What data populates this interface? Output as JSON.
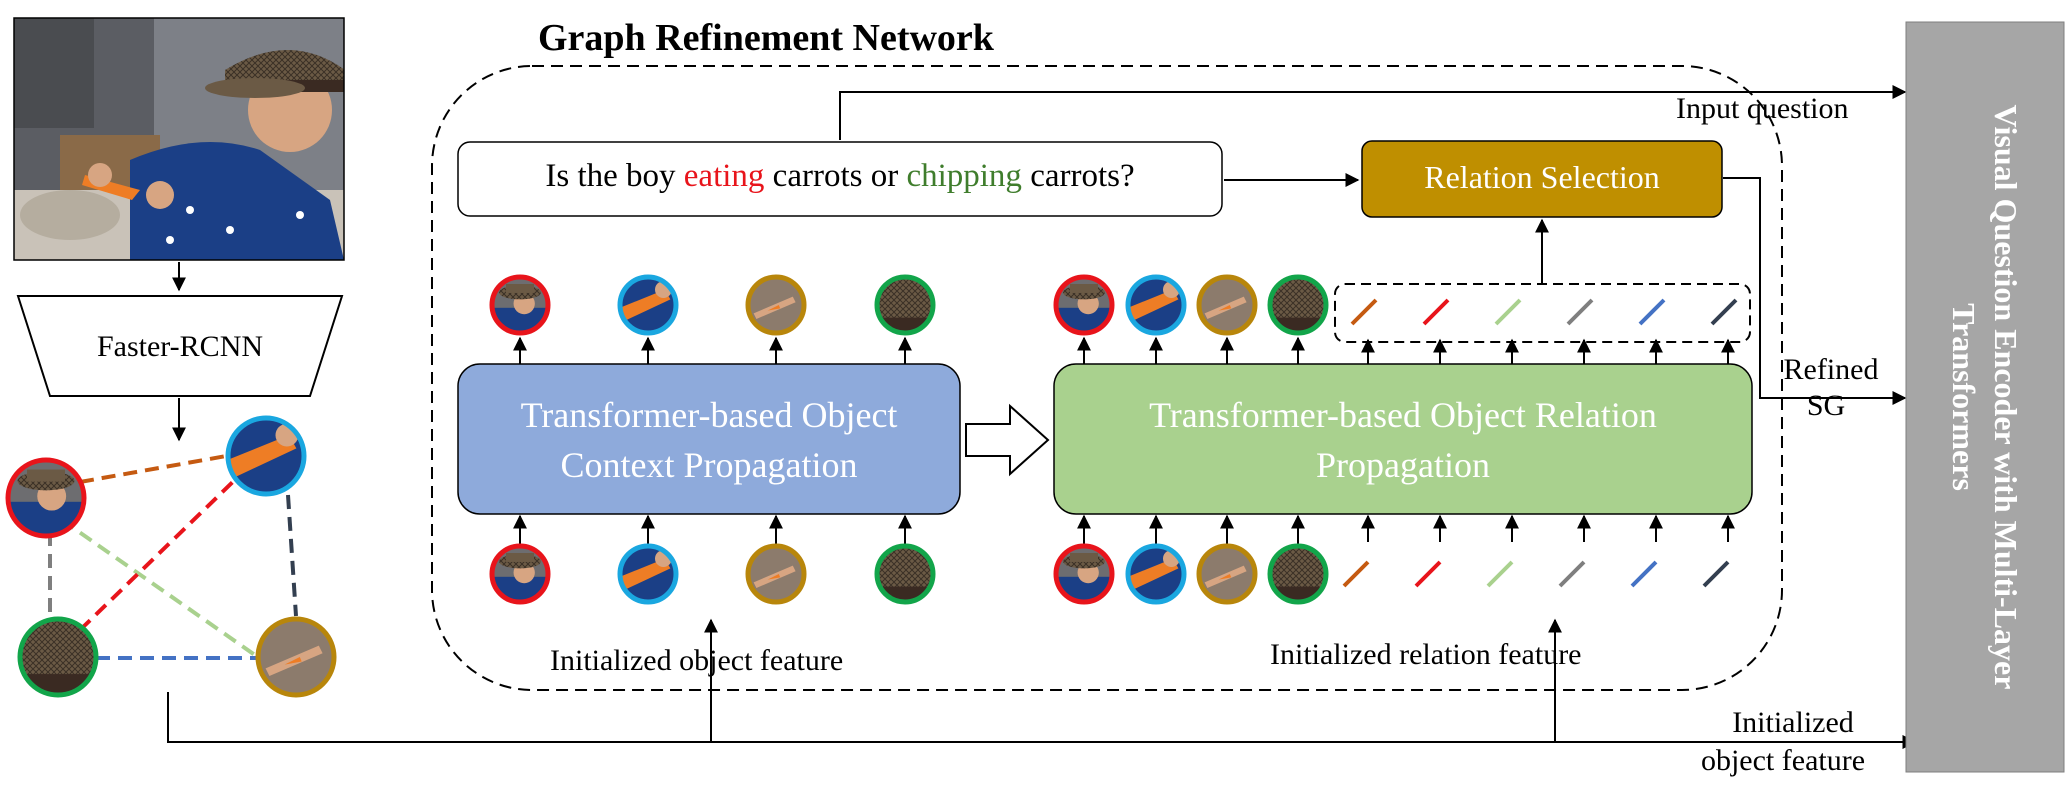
{
  "title": "Graph Refinement Network",
  "detector_label": "Faster-RCNN",
  "question": {
    "prefix": "Is the boy ",
    "word1": "eating",
    "middle": " carrots or ",
    "word2": "chipping",
    "suffix": " carrots?"
  },
  "relation_selection_label": "Relation Selection",
  "object_context_box": [
    "Transformer-based Object",
    "Context Propagation"
  ],
  "object_relation_box": [
    "Transformer-based Object Relation",
    "Propagation"
  ],
  "input_question_label": "Input question",
  "refined_sg_label": [
    "Refined",
    "SG"
  ],
  "initialized_object_feature_label": "Initialized object feature",
  "initialized_relation_feature_label": "Initialized relation feature",
  "right_initialized_label": [
    "Initialized",
    "object feature"
  ],
  "encoder_label": [
    "Visual Question Encoder with Multi-Layer",
    "Transformers"
  ],
  "colors": {
    "red": "#e8141b",
    "blue": "#1aa7e0",
    "gold": "#b8860b",
    "green": "#12a54a",
    "eating": "#e8141b",
    "chipping": "#3f7d2c",
    "blue_box": "#8eaadb",
    "green_box": "#a9d18e",
    "relation_box": "#bf8f00",
    "encoder_box": "#a6a6a6"
  },
  "relation_edge_colors": [
    "#c55a11",
    "#e8141b",
    "#a9d18e",
    "#7f7f7f",
    "#4472c4",
    "#333f50"
  ]
}
